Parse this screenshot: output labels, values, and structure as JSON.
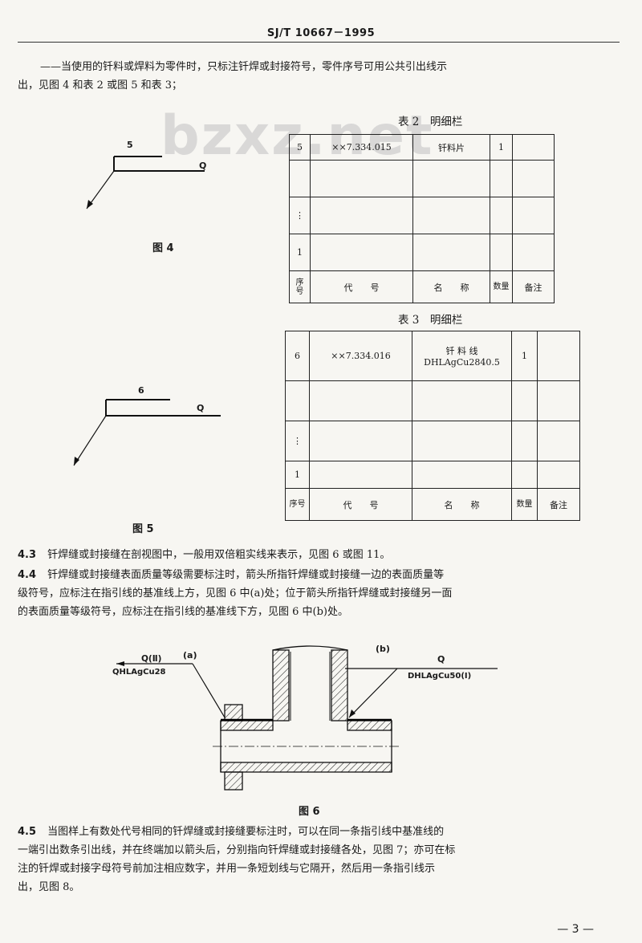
{
  "header": {
    "doc_number": "SJ/T 10667－1995"
  },
  "watermark": "bzxz.net",
  "intro": {
    "line1": "——当使用的钎料或焊料为零件时，只标注钎焊或封接符号，零件序号可用公共引出线示",
    "line2": "出，见图 4 和表 2 或图 5 和表 3；"
  },
  "fig4": {
    "number": "5",
    "symbol": "Q",
    "caption": "图 4"
  },
  "fig5": {
    "number": "6",
    "symbol": "Q",
    "caption": "图 5"
  },
  "table2": {
    "caption": "表 2　明细栏",
    "rows": [
      {
        "seq": "5",
        "code": "××7.334.015",
        "name": "钎料片",
        "qty": "1",
        "remark": ""
      },
      {
        "seq": "",
        "code": "",
        "name": "",
        "qty": "",
        "remark": ""
      },
      {
        "seq": "⋮",
        "code": "",
        "name": "",
        "qty": "",
        "remark": ""
      },
      {
        "seq": "1",
        "code": "",
        "name": "",
        "qty": "",
        "remark": ""
      }
    ],
    "header": {
      "seq": "序号",
      "code": "代　　号",
      "name": "名　　称",
      "qty": "数量",
      "remark": "备注"
    }
  },
  "table3": {
    "caption": "表 3　明细栏",
    "rows": [
      {
        "seq": "6",
        "code": "××7.334.016",
        "name1": "钎 料 线",
        "name2": "DHLAgCu2840.5",
        "qty": "1",
        "remark": ""
      },
      {
        "seq": "",
        "code": "",
        "name1": "",
        "name2": "",
        "qty": "",
        "remark": ""
      },
      {
        "seq": "⋮",
        "code": "",
        "name1": "",
        "name2": "",
        "qty": "",
        "remark": ""
      },
      {
        "seq": "1",
        "code": "",
        "name1": "",
        "name2": "",
        "qty": "",
        "remark": ""
      }
    ],
    "header": {
      "seq": "序号",
      "code": "代　　号",
      "name": "名　　称",
      "qty": "数量",
      "remark": "备注"
    }
  },
  "sec43": {
    "num": "4.3",
    "text": "钎焊缝或封接缝在剖视图中，一般用双倍粗实线来表示，见图 6 或图 11。"
  },
  "sec44": {
    "num": "4.4",
    "line1": "钎焊缝或封接缝表面质量等级需要标注时，箭头所指钎焊缝或封接缝一边的表面质量等",
    "line2": "级符号，应标注在指引线的基准线上方，见图 6 中(a)处；位于箭头所指钎焊缝或封接缝另一面",
    "line3": "的表面质量等级符号，应标注在指引线的基准线下方，见图 6 中(b)处。"
  },
  "fig6": {
    "label_a": "(a)",
    "label_b": "(b)",
    "a_top": "Q(Ⅱ)",
    "a_bottom": "QHLAgCu28",
    "b_top": "Q",
    "b_bottom": "DHLAgCu50(Ⅰ)",
    "caption": "图 6"
  },
  "sec45": {
    "num": "4.5",
    "line1": "当图样上有数处代号相同的钎焊缝或封接缝要标注时，可以在同一条指引线中基准线的",
    "line2": "一端引出数条引出线，并在终端加以箭头后，分别指向钎焊缝或封接缝各处，见图 7；亦可在标",
    "line3": "注的钎焊或封接字母符号前加注相应数字，并用一条短划线与它隔开，然后用一条指引线示",
    "line4": "出，见图 8。"
  },
  "footer": {
    "page": "— 3 —"
  }
}
